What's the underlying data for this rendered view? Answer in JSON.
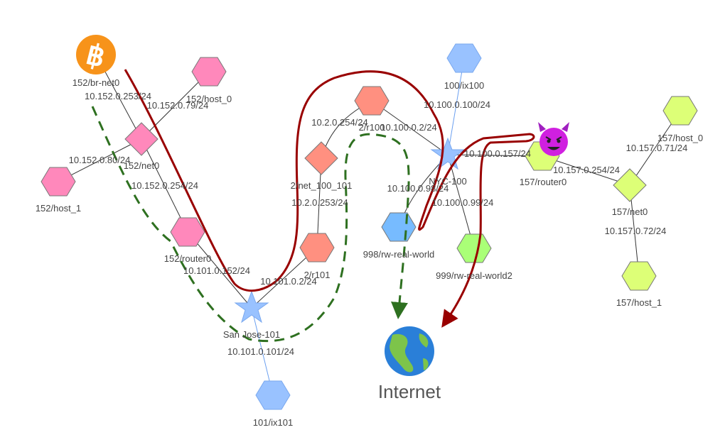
{
  "nodes": {
    "br_net0": {
      "label": "152/br-net0",
      "icon": "bitcoin-icon"
    },
    "host0_152": {
      "label": "152/host_0"
    },
    "net0_152": {
      "label": "152/net0"
    },
    "host1_152": {
      "label": "152/host_1"
    },
    "router0_152": {
      "label": "152/router0"
    },
    "sanjose": {
      "label": "San Jose-101"
    },
    "ix101": {
      "label": "101/ix101"
    },
    "net_100_101": {
      "label": "2/net_100_101"
    },
    "r100": {
      "label": "2/r100"
    },
    "r101": {
      "label": "2/r101"
    },
    "nyc": {
      "label": "NYC-100"
    },
    "ix100": {
      "label": "100/ix100"
    },
    "rw998": {
      "label": "998/rw-real-world"
    },
    "rw999": {
      "label": "999/rw-real-world2"
    },
    "router0_157": {
      "label": "157/router0",
      "icon": "devil-icon"
    },
    "net0_157": {
      "label": "157/net0"
    },
    "host0_157": {
      "label": "157/host_0"
    },
    "host1_157": {
      "label": "157/host_1"
    },
    "internet": {
      "label": "Internet",
      "icon": "globe-icon"
    }
  },
  "ips": {
    "a": "10.152.0.253/24",
    "b": "10.152.0.79/24",
    "c": "10.152.0.80/24",
    "d": "10.152.0.254/24",
    "e": "10.101.0.152/24",
    "f": "10.101.0.2/24",
    "g": "10.101.0.101/24",
    "h": "10.2.0.254/24",
    "i": "10.100.0.2/24",
    "j": "10.2.0.253/24",
    "k": "10.100.0.100/24",
    "l": "10.100.0.157/24",
    "m": "10.100.0.98/24",
    "n": "10.100.0.99/24",
    "o": "10.157.0.254/24",
    "p": "10.157.0.71/24",
    "q": "10.157.0.72/24"
  },
  "colors": {
    "as152": "#ff88bb",
    "as2": "#ff9080",
    "as157": "#ddff77",
    "ix": "#99c2ff",
    "rw998": "#77bbff",
    "rw999": "#aaff77",
    "attack": "#990000",
    "normal": "#2e7020"
  }
}
